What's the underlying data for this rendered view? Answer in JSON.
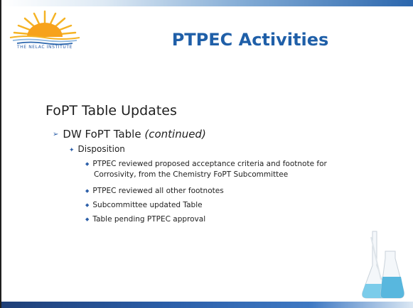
{
  "logo": {
    "text": "THE NELAC INSTITUTE"
  },
  "title": "PTPEC Activities",
  "heading": "FoPT Table Updates",
  "level1": {
    "text": "DW FoPT Table ",
    "italic": "(continued)"
  },
  "level2": {
    "text": "Disposition"
  },
  "level3": [
    {
      "line1": "PTPEC reviewed proposed acceptance criteria and footnote for",
      "line2": "Corrosivity, from the Chemistry FoPT Subcommittee"
    },
    {
      "line1": "PTPEC reviewed all other footnotes",
      "line2": ""
    },
    {
      "line1": "Subcommittee updated Table",
      "line2": ""
    },
    {
      "line1": "Table pending PTPEC approval",
      "line2": ""
    }
  ],
  "colors": {
    "accent": "#1f5fa8",
    "sun": "#f5b324",
    "liquid": "#6ec6e8"
  }
}
